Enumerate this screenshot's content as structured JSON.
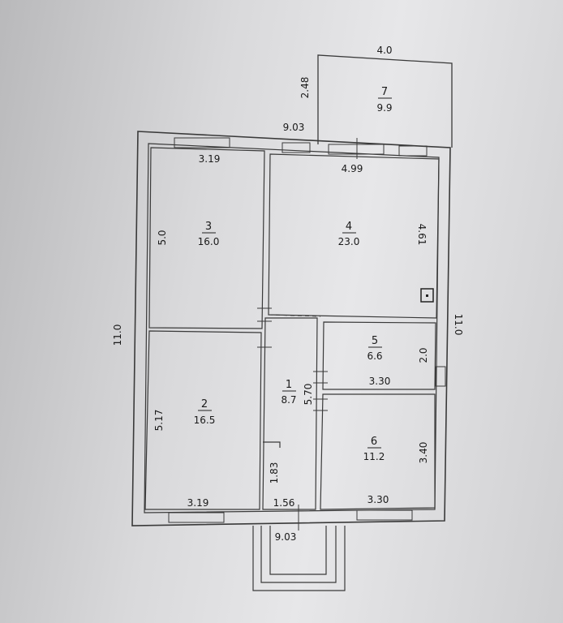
{
  "rooms": [
    {
      "number": "1",
      "area": "8.7"
    },
    {
      "number": "2",
      "area": "16.5"
    },
    {
      "number": "3",
      "area": "16.0"
    },
    {
      "number": "4",
      "area": "23.0"
    },
    {
      "number": "5",
      "area": "6.6"
    },
    {
      "number": "6",
      "area": "11.2"
    },
    {
      "number": "7",
      "area": "9.9"
    }
  ],
  "dimensions": {
    "room7_width": "4.0",
    "room7_depth": "2.48",
    "top_total": "9.03",
    "room3_width": "3.19",
    "room3_depth": "5.0",
    "room4_width": "4.99",
    "room4_depth": "4.61",
    "left_total": "11.0",
    "right_total": "11.0",
    "room5_width": "3.30",
    "room5_depth": "2.0",
    "corridor_length": "5.70",
    "room2_depth": "5.17",
    "room2_width": "3.19",
    "entry_depth": "1.83",
    "entry_width": "1.56",
    "room6_width": "3.30",
    "room6_depth": "3.40",
    "bottom_total": "9.03"
  }
}
